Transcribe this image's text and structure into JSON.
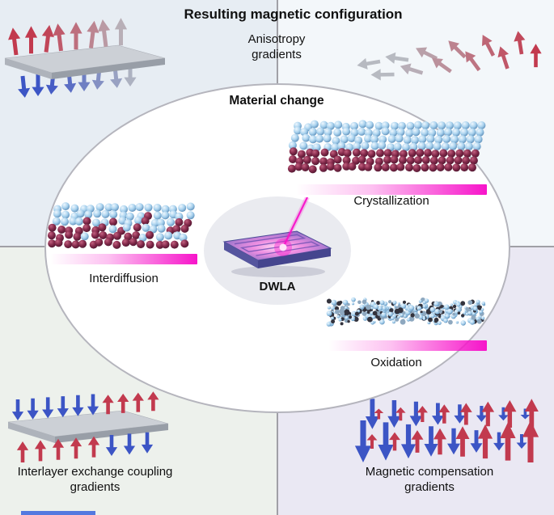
{
  "figure": {
    "title": "Resulting magnetic configuration",
    "center_label": "Material change",
    "device_label": "DWLA",
    "processes": {
      "crystallization": "Crystallization",
      "interdiffusion": "Interdiffusion",
      "oxidation": "Oxidation"
    },
    "outcomes": {
      "anisotropy": "Anisotropy gradients",
      "interlayer_exchange": "Interlayer exchange coupling gradients",
      "magnetic_compensation": "Magnetic compensation gradients"
    }
  },
  "colors": {
    "background": "#ffffff",
    "quadrant_top_left": "#e7edf3",
    "quadrant_top_right": "#f3f7fa",
    "quadrant_bottom_left": "#edf1ec",
    "quadrant_bottom_right": "#eae8f3",
    "divider": "#a0a0a6",
    "ellipse_fill": "#ffffff",
    "ellipse_border": "#b5b5bd",
    "inner_ellipse": "#eaebf0",
    "text": "#111111",
    "red_arrow": "#c23a4e",
    "blue_arrow": "#3c55c5",
    "grey_arrow": "#b7bac1",
    "magenta": "#f714ca",
    "sphere_blue": "#a9d2ee",
    "sphere_red": "#82294a",
    "oxide_dark": "#33333d",
    "chip_purple": "#45458e",
    "slab_grey": "#ccd0d6",
    "link_blue": "#5379e0"
  }
}
